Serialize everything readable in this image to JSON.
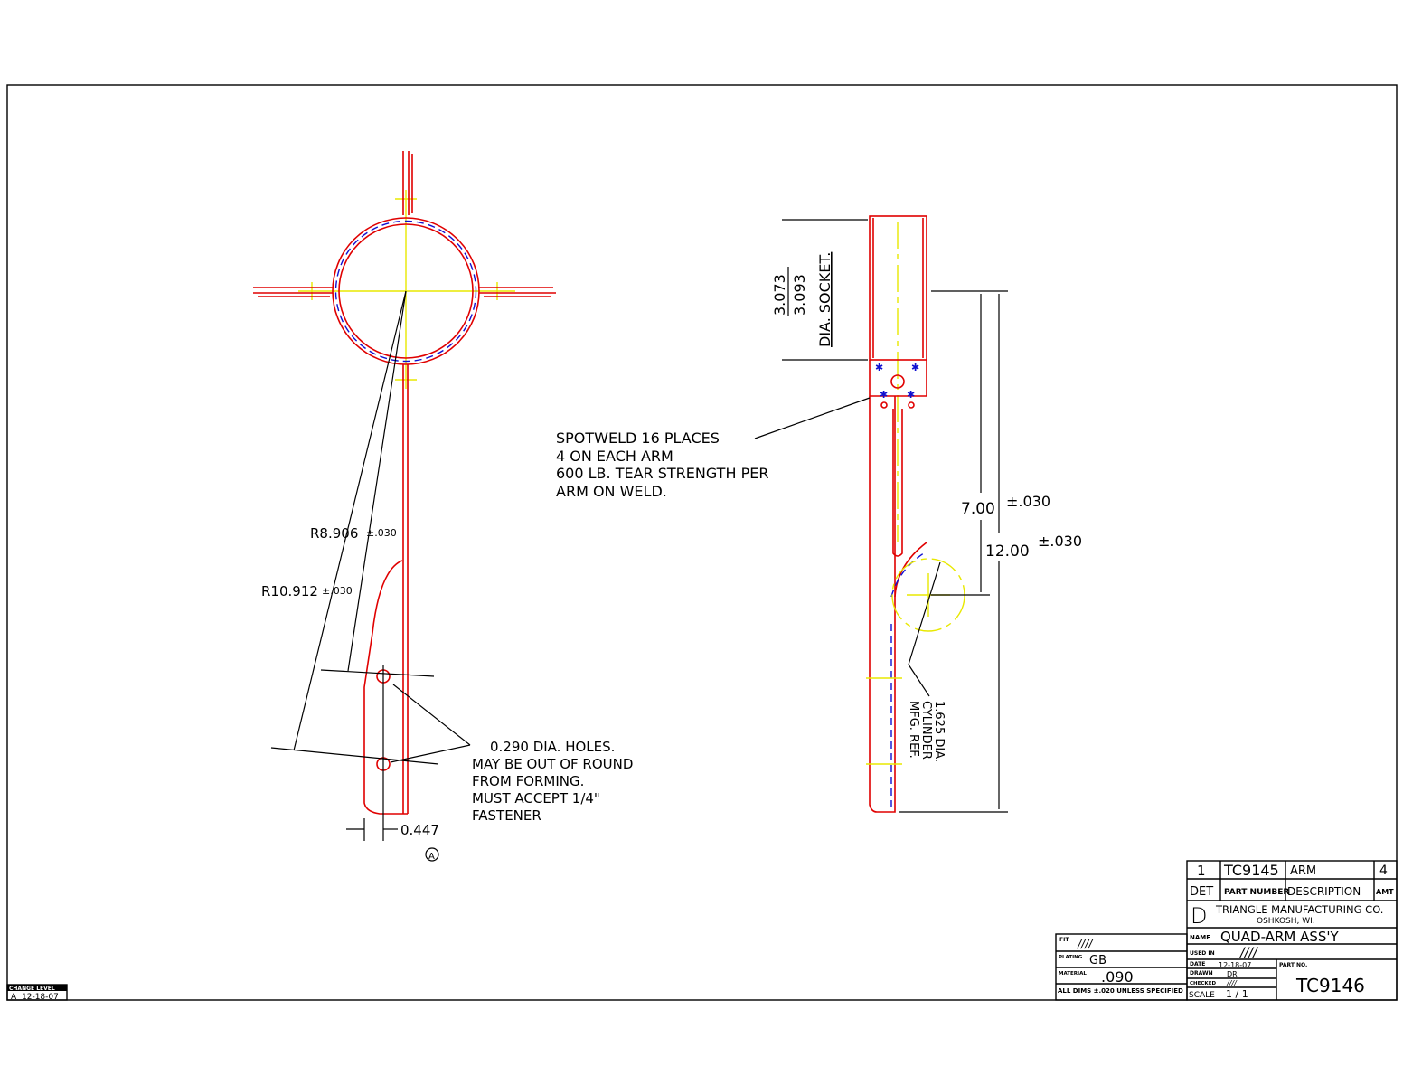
{
  "colors": {
    "geometry": "#e00000",
    "hidden": "#1010d0",
    "centerline": "#e8e800",
    "dimension": "#000000"
  },
  "left_view": {
    "r_inner": "R8.906",
    "r_inner_tol": "±.030",
    "r_outer": "R10.912",
    "r_outer_tol": "±.030",
    "holes_note": [
      "0.290 DIA. HOLES.",
      "MAY BE OUT OF ROUND",
      "FROM FORMING.",
      "MUST ACCEPT 1/4\"",
      "FASTENER"
    ],
    "offset_dim": "0.447",
    "view_label": "A"
  },
  "right_view": {
    "socket_dia_upper": "3.073",
    "socket_dia_lower": "3.093",
    "socket_label": "DIA. SOCKET.",
    "spotweld_note": [
      "SPOTWELD 16 PLACES",
      "4 ON EACH ARM",
      "600 LB. TEAR STRENGTH PER",
      "ARM ON WELD."
    ],
    "dim_7": "7.00",
    "dim_7_tol": "±.030",
    "dim_12": "12.00",
    "dim_12_tol": "±.030",
    "cylinder_note": [
      "1.625 DIA.",
      "CYLINDER",
      "MFG. REF."
    ]
  },
  "title_block": {
    "bom": {
      "det": "1",
      "part_number": "TC9145",
      "description": "ARM",
      "amt": "4"
    },
    "bom_headers": {
      "det": "DET",
      "part_number": "PART NUMBER",
      "description": "DESCRIPTION",
      "amt": "AMT"
    },
    "company_logo": "D",
    "company": "TRIANGLE MANUFACTURING CO.",
    "location": "OSHKOSH, WI.",
    "name_label": "NAME",
    "name": "QUAD-ARM ASS'Y",
    "used_in_label": "USED IN",
    "used_in": "////",
    "date_label": "DATE",
    "date": "12-18-07",
    "drawn_label": "DRAWN",
    "drawn": "DR",
    "checked_label": "CHECKED",
    "checked": "////",
    "scale_label": "SCALE",
    "scale": "1 / 1",
    "part_no_label": "PART NO.",
    "part_no": "TC9146",
    "fit_label": "FIT",
    "fit": "////",
    "plating_label": "PLATING",
    "plating": "GB",
    "material_label": "MATERIAL",
    "material": ".090",
    "tolerance_note": "ALL DIMS ±.020 UNLESS SPECIFIED"
  },
  "change_level": {
    "label": "CHANGE LEVEL",
    "level": "A",
    "date": "12-18-07"
  }
}
